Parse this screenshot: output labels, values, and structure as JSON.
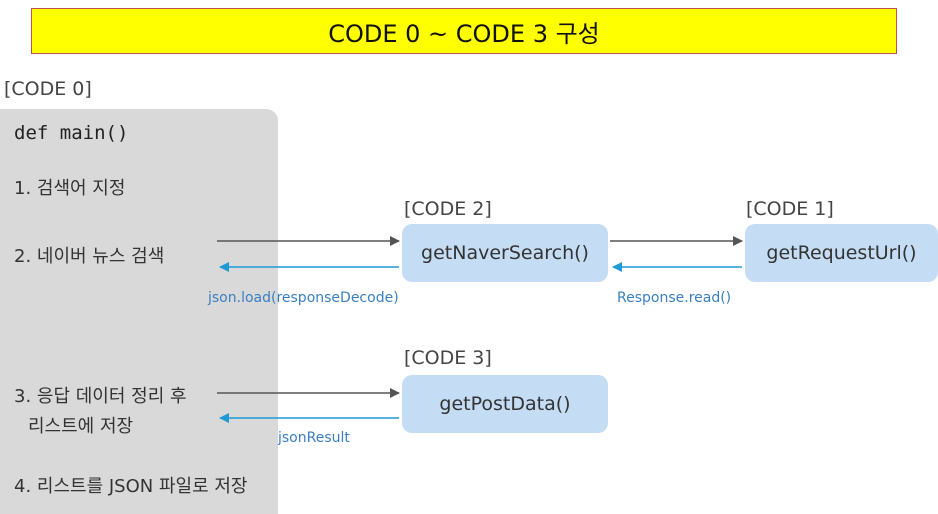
{
  "title": "CODE 0 ~ CODE 3 구성",
  "code0": {
    "label": "[CODE 0]",
    "def": "def main()",
    "steps": [
      "1. 검색어 지정",
      "2. 네이버 뉴스 검색",
      "3. 응답 데이터 정리 후",
      "리스트에 저장",
      "4. 리스트를 JSON 파일로 저장"
    ]
  },
  "code2": {
    "label": "[CODE 2]",
    "func": "getNaverSearch()"
  },
  "code1": {
    "label": "[CODE 1]",
    "func": "getRequestUrl()"
  },
  "code3": {
    "label": "[CODE 3]",
    "func": "getPostData()"
  },
  "returns": {
    "code2_to_main": "json.load(responseDecode)",
    "code1_to_code2": "Response.read()",
    "code3_to_main": "jsonResult"
  },
  "colors": {
    "call_arrow": "#555555",
    "return_arrow": "#1f9ad6",
    "func_box": "#c5ddf4",
    "panel": "#d9d9d9",
    "banner": "#ffff00"
  }
}
